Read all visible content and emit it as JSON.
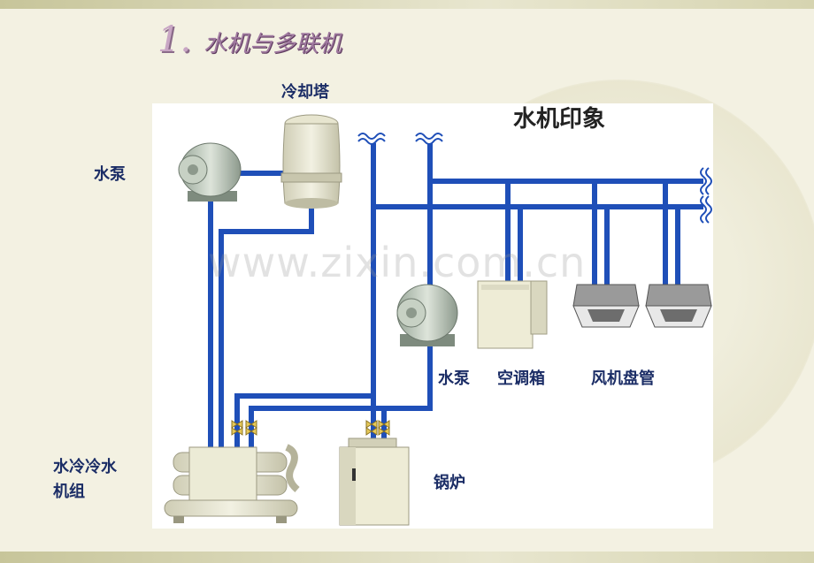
{
  "slide": {
    "number": "1.",
    "title": "水机与多联机"
  },
  "diagram": {
    "heading": "水机印象",
    "labels": {
      "cooling_tower": "冷却塔",
      "pump_left": "水泵",
      "pump_right": "水泵",
      "ahu": "空调箱",
      "fan_coil": "风机盘管",
      "chiller": "水冷冷水\n机组",
      "chiller_line1": "水冷冷水",
      "chiller_line2": "机组",
      "boiler": "锅炉"
    },
    "watermark": "www.zixin.com.cn",
    "colors": {
      "pipe": "#1f4fb8",
      "equipment": "#ecebd6",
      "label": "#1b2d66"
    }
  }
}
